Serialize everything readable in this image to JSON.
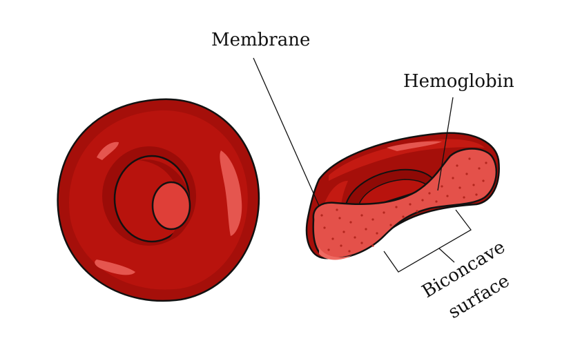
{
  "labels": {
    "membrane": "Membrane",
    "hemoglobin": "Hemoglobin",
    "biconcave_line1": "Biconcave",
    "biconcave_line2": "surface"
  },
  "colors": {
    "cell_dark": "#a50f0a",
    "cell_mid": "#c41a12",
    "cell_light": "#e0413a",
    "highlight": "#ee6a62",
    "cross_section": "#e4514a",
    "dots": "#b3261e",
    "outline": "#111111",
    "background": "#ffffff"
  }
}
